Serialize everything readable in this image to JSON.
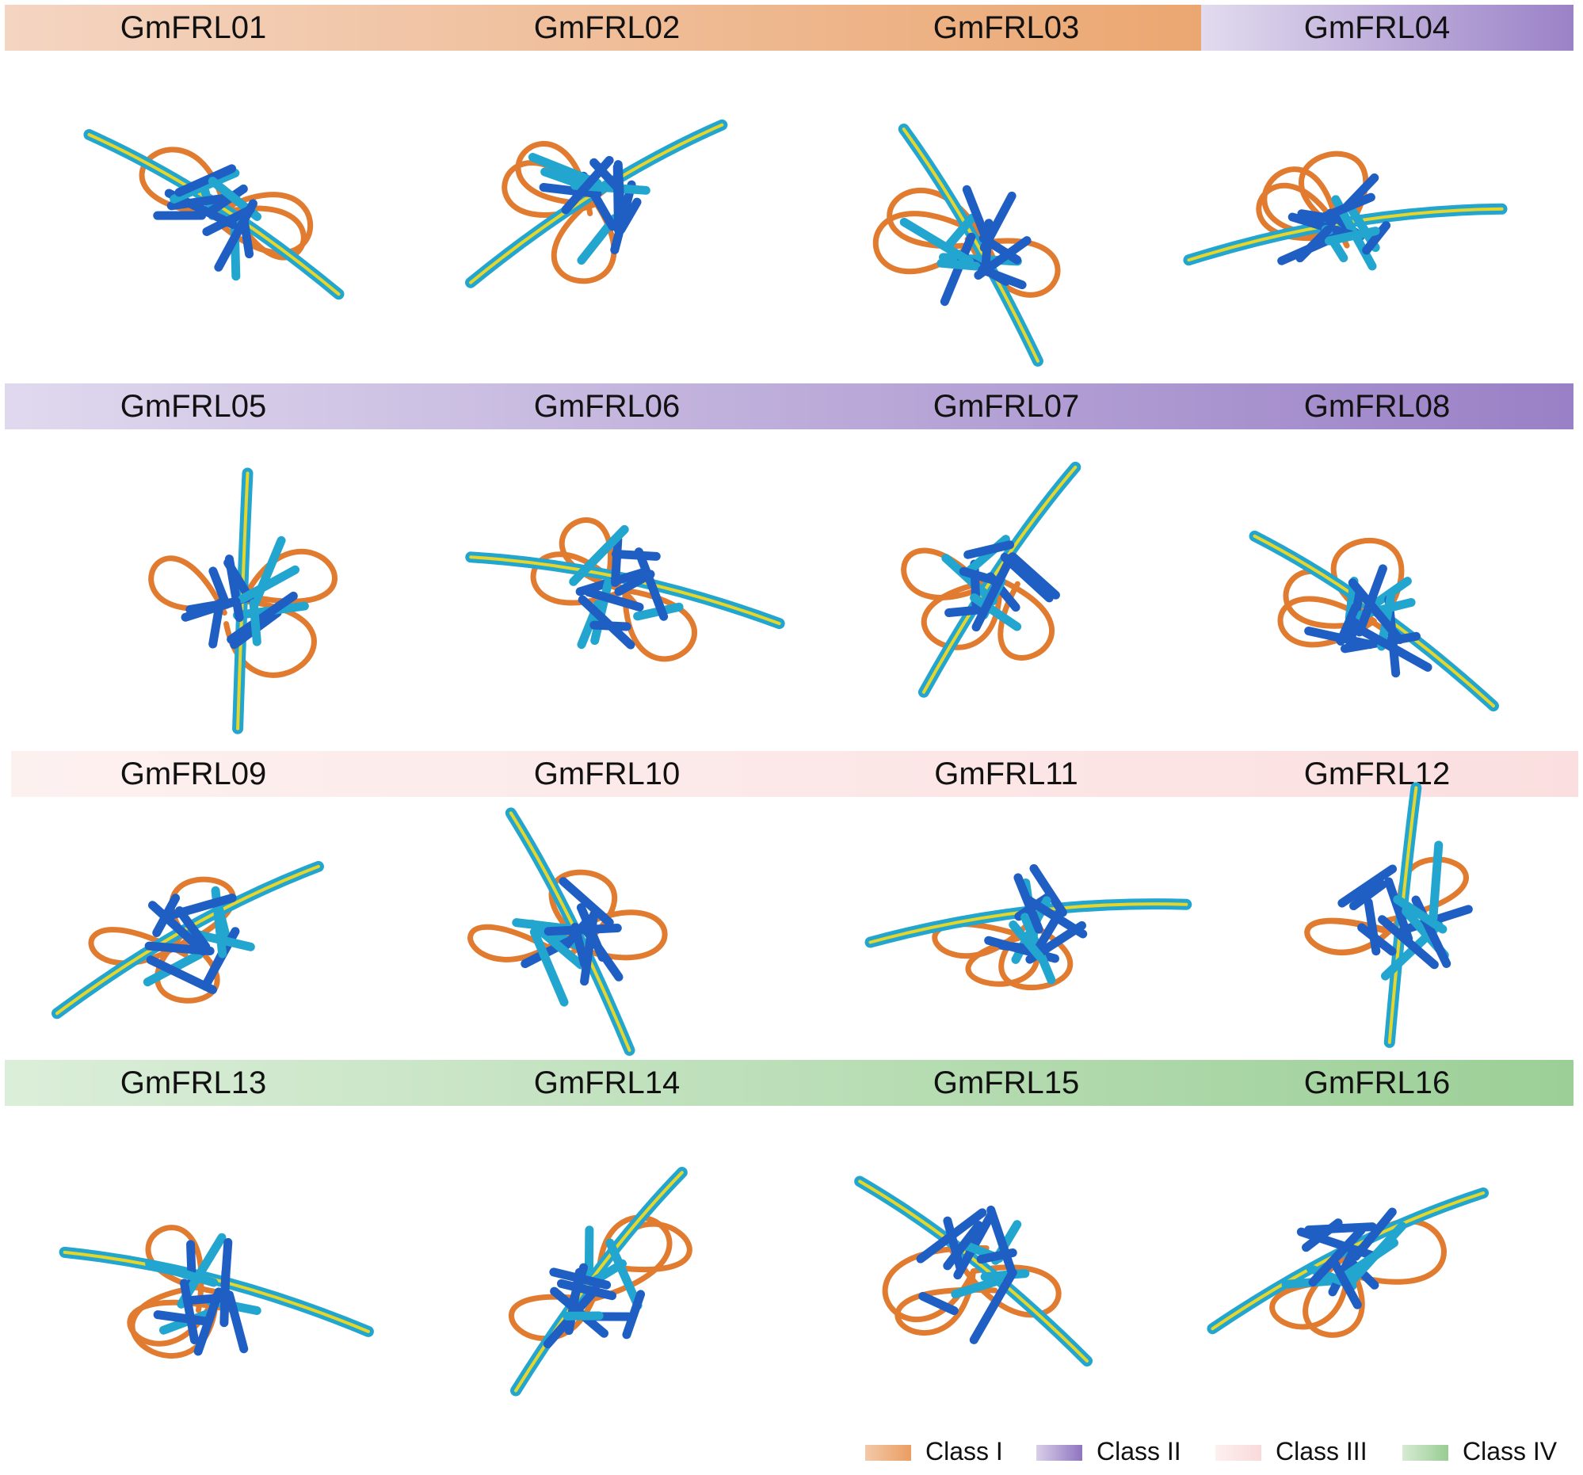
{
  "classes": [
    {
      "name": "Class I",
      "color_from": "#f4d3bf",
      "color_to": "#ebab7d"
    },
    {
      "name": "Class II",
      "color_from": "#ddd6ec",
      "color_to": "#9a80c6"
    },
    {
      "name": "Class III",
      "color_from": "#fcebea",
      "color_to": "#fbe0e0"
    },
    {
      "name": "Class IV",
      "color_from": "#d8ecd6",
      "color_to": "#9ccf97"
    }
  ],
  "rows": [
    {
      "class_index": 0,
      "proteins": [
        "GmFRL01",
        "GmFRL02",
        "GmFRL03"
      ]
    },
    {
      "class_index": 1,
      "proteins": [
        "GmFRL04"
      ]
    },
    {
      "class_index": 1,
      "proteins": [
        "GmFRL05",
        "GmFRL06",
        "GmFRL07",
        "GmFRL08"
      ]
    },
    {
      "class_index": 2,
      "proteins": [
        "GmFRL09",
        "GmFRL10",
        "GmFRL11",
        "GmFRL12"
      ]
    },
    {
      "class_index": 3,
      "proteins": [
        "GmFRL13",
        "GmFRL14",
        "GmFRL15",
        "GmFRL16"
      ]
    }
  ],
  "labels": {
    "p01": "GmFRL01",
    "p02": "GmFRL02",
    "p03": "GmFRL03",
    "p04": "GmFRL04",
    "p05": "GmFRL05",
    "p06": "GmFRL06",
    "p07": "GmFRL07",
    "p08": "GmFRL08",
    "p09": "GmFRL09",
    "p10": "GmFRL10",
    "p11": "GmFRL11",
    "p12": "GmFRL12",
    "p13": "GmFRL13",
    "p14": "GmFRL14",
    "p15": "GmFRL15",
    "p16": "GmFRL16"
  },
  "legend": {
    "class1": "Class I",
    "class2": "Class II",
    "class3": "Class III",
    "class4": "Class IV"
  },
  "structure_colors": {
    "very_high": "#1f5fc4",
    "confident": "#22a6cf",
    "low": "#e6d52a",
    "very_low": "#e07b30"
  }
}
